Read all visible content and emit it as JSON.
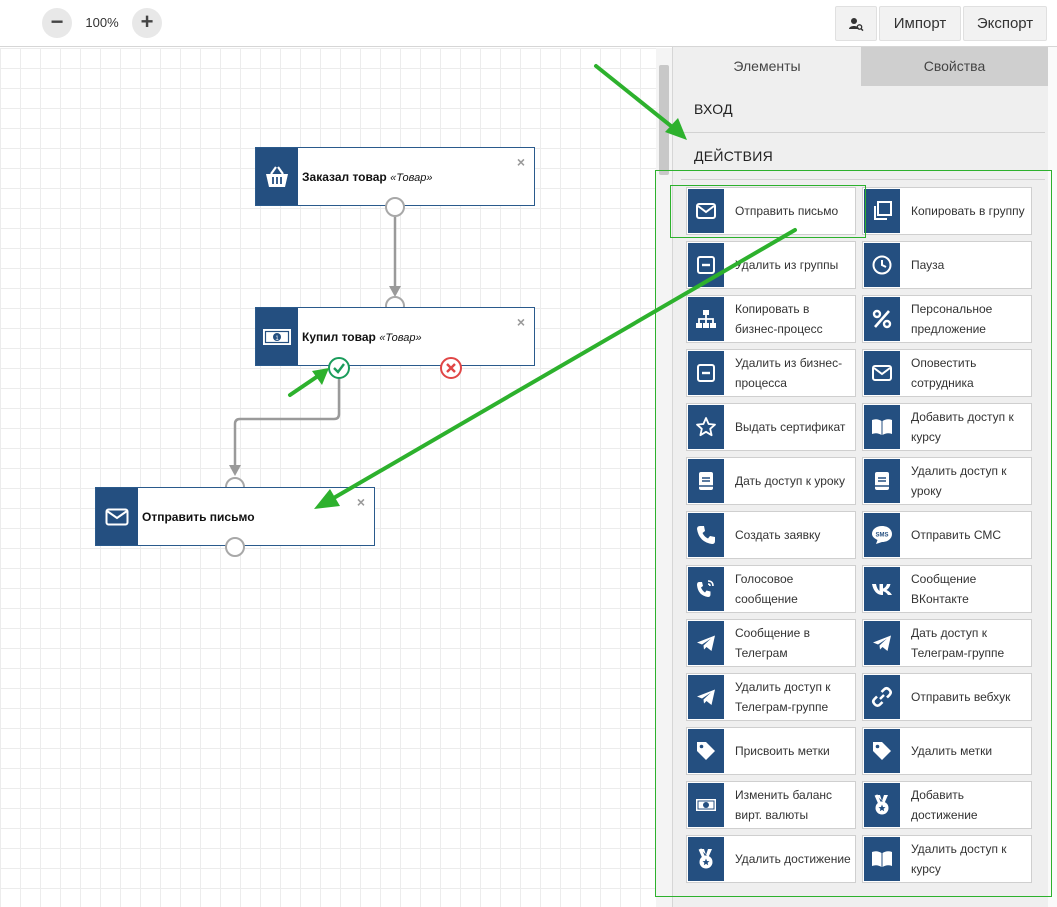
{
  "toolbar": {
    "zoom_out": "−",
    "zoom_level": "100%",
    "zoom_in": "+",
    "import_label": "Импорт",
    "export_label": "Экспорт"
  },
  "canvas": {
    "nodes": [
      {
        "title": "Заказал товар",
        "subtitle": "«Товар»",
        "icon": "basket-icon"
      },
      {
        "title": "Купил товар",
        "subtitle": "«Товар»",
        "icon": "money-icon"
      },
      {
        "title": "Отправить письмо",
        "subtitle": "",
        "icon": "envelope-icon"
      }
    ],
    "close_glyph": "×"
  },
  "sidebar": {
    "tabs": {
      "elements": "Элементы",
      "properties": "Свойства"
    },
    "section_input": "ВХОД",
    "section_actions": "ДЕЙСТВИЯ",
    "actions": [
      {
        "label": "Отправить письмо",
        "icon": "envelope-icon"
      },
      {
        "label": "Копировать в группу",
        "icon": "copy-icon"
      },
      {
        "label": "Удалить из группы",
        "icon": "minus-box-icon"
      },
      {
        "label": "Пауза",
        "icon": "clock-icon"
      },
      {
        "label": "Копировать в бизнес-процесс",
        "icon": "sitemap-icon"
      },
      {
        "label": "Персональное предложение",
        "icon": "percent-icon"
      },
      {
        "label": "Удалить из бизнес-процесса",
        "icon": "minus-box-icon"
      },
      {
        "label": "Оповестить сотрудника",
        "icon": "envelope-icon"
      },
      {
        "label": "Выдать сертификат",
        "icon": "star-icon"
      },
      {
        "label": "Добавить доступ к курсу",
        "icon": "book-icon"
      },
      {
        "label": "Дать доступ к уроку",
        "icon": "lesson-icon"
      },
      {
        "label": "Удалить доступ к уроку",
        "icon": "lesson-icon"
      },
      {
        "label": "Создать заявку",
        "icon": "phone-icon"
      },
      {
        "label": "Отправить СМС",
        "icon": "sms-icon"
      },
      {
        "label": "Голосовое сообщение",
        "icon": "voice-call-icon"
      },
      {
        "label": "Сообщение ВКонтакте",
        "icon": "vk-icon"
      },
      {
        "label": "Сообщение в Телеграм",
        "icon": "telegram-icon"
      },
      {
        "label": "Дать доступ к Телеграм-группе",
        "icon": "telegram-icon"
      },
      {
        "label": "Удалить доступ к Телеграм-группе",
        "icon": "telegram-icon"
      },
      {
        "label": "Отправить вебхук",
        "icon": "link-icon"
      },
      {
        "label": "Присвоить метки",
        "icon": "tag-icon"
      },
      {
        "label": "Удалить метки",
        "icon": "tag-icon"
      },
      {
        "label": "Изменить баланс вирт. валюты",
        "icon": "money-icon"
      },
      {
        "label": "Добавить достижение",
        "icon": "medal-icon"
      },
      {
        "label": "Удалить достижение",
        "icon": "medal-icon"
      },
      {
        "label": "Удалить доступ к курсу",
        "icon": "book-icon"
      }
    ]
  },
  "colors": {
    "icon_bg": "#244f80",
    "highlight": "#2db12d",
    "success": "#1a9c5b",
    "error": "#e04646"
  }
}
